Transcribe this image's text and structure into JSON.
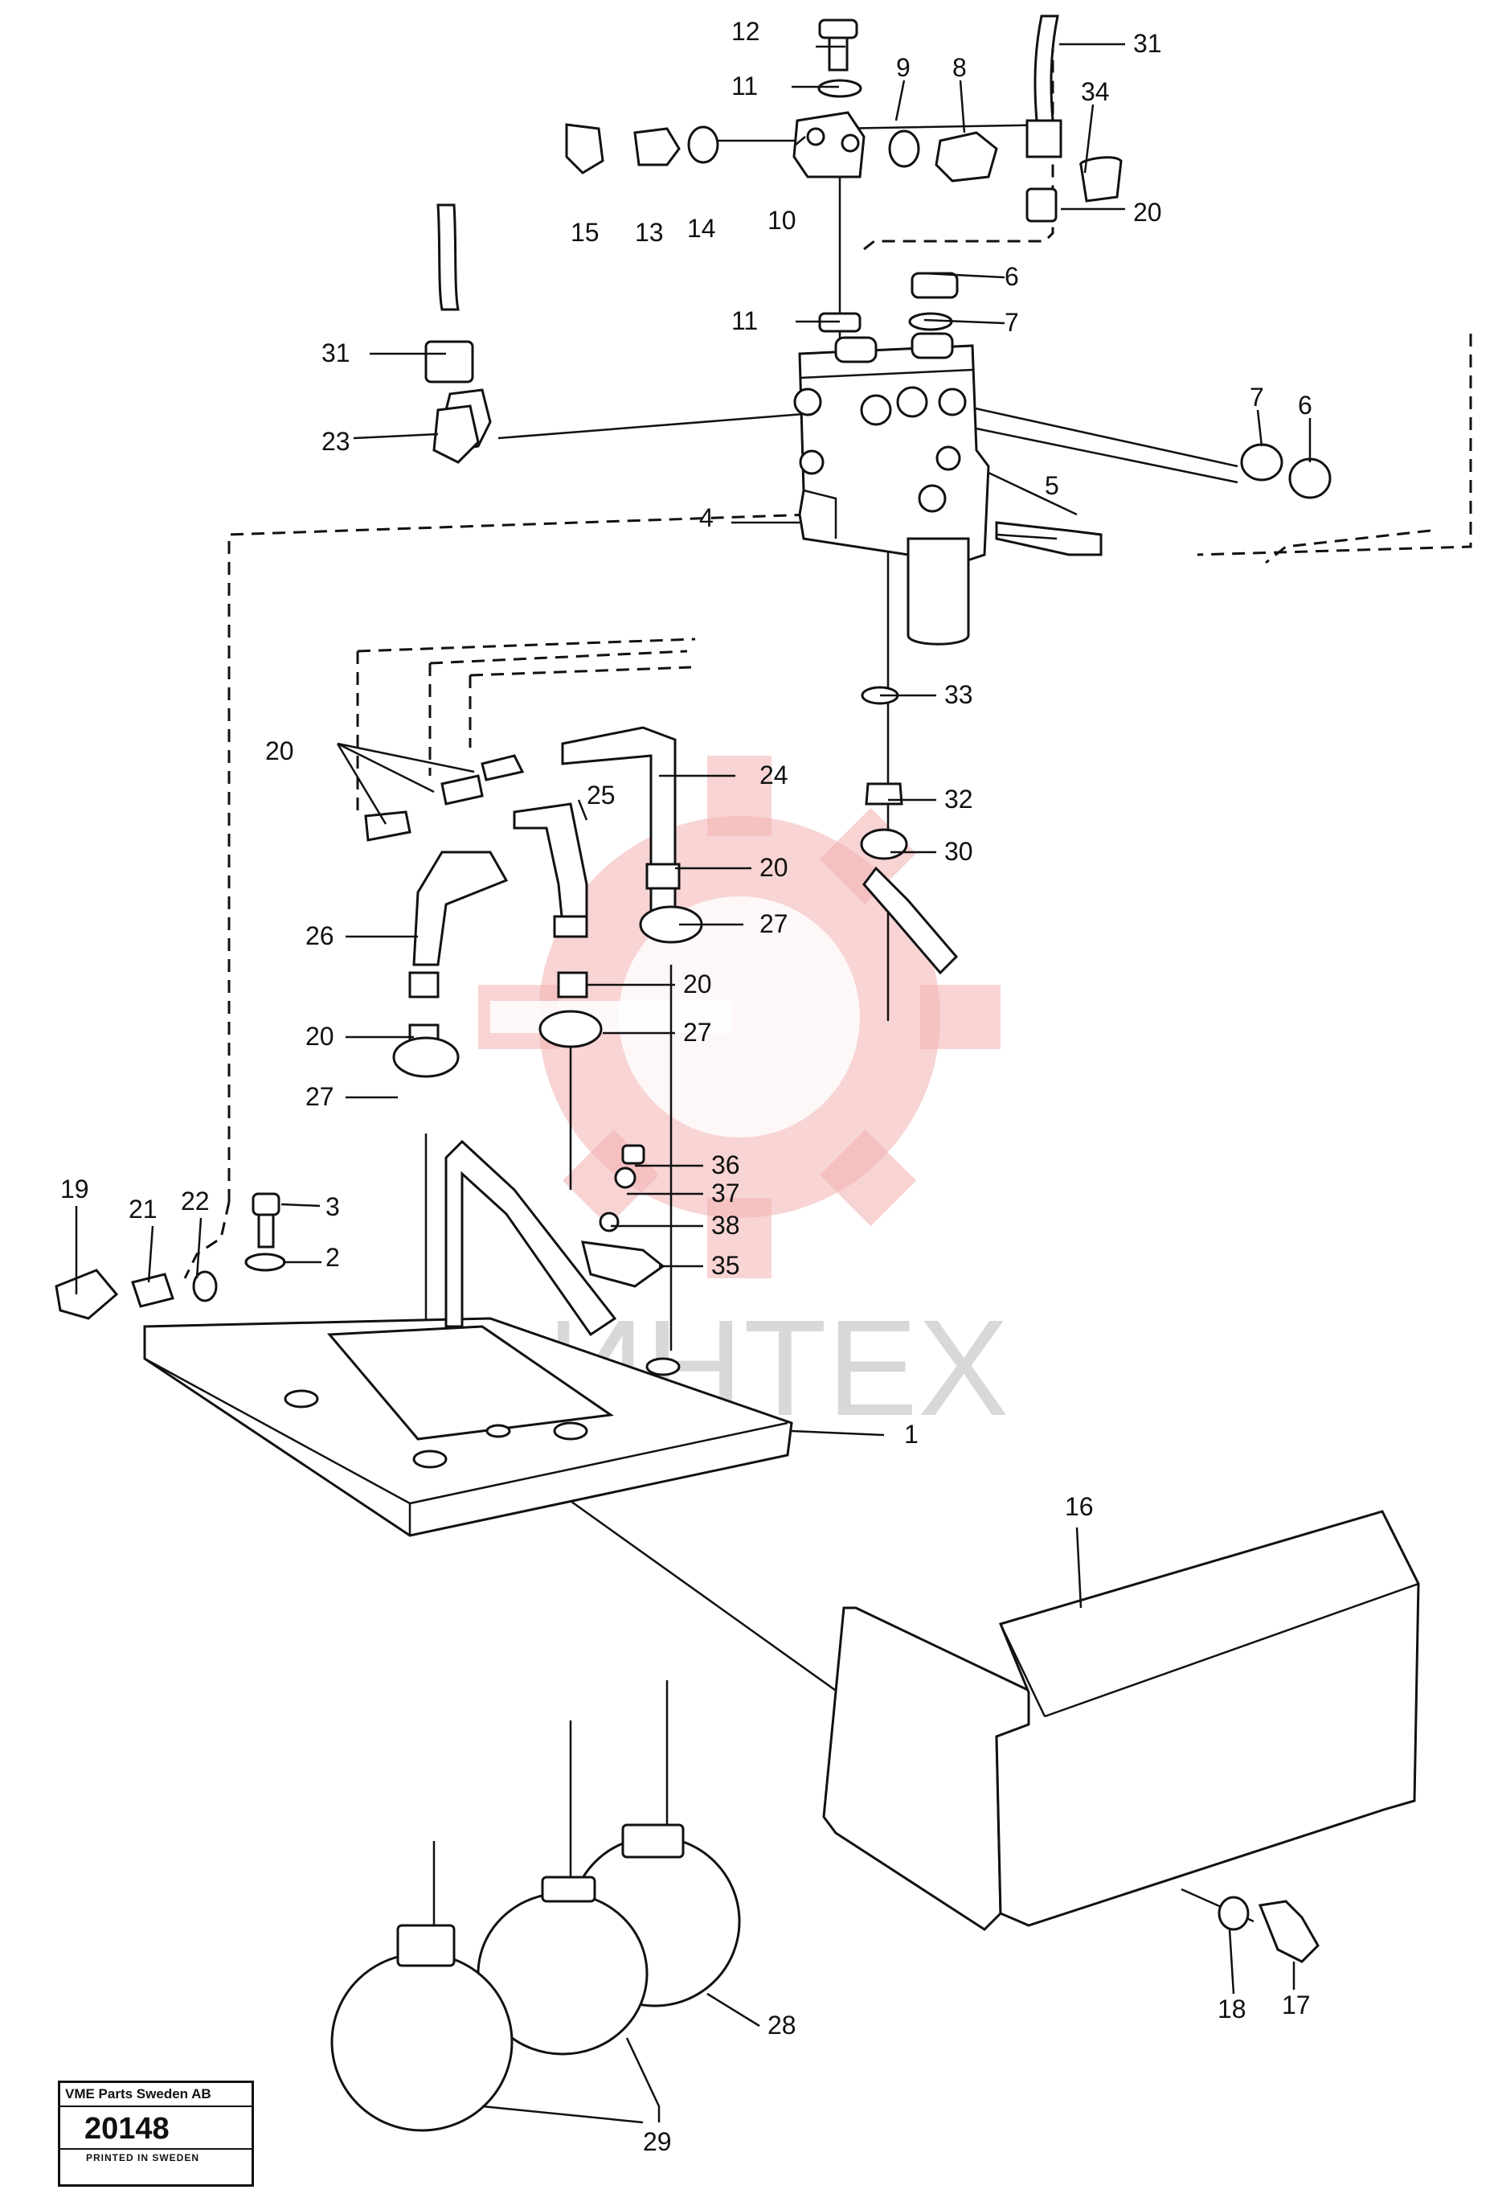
{
  "watermark_text": "ИНТЕХ",
  "stamp": {
    "company": "VME Parts Sweden AB",
    "number": "20148",
    "printed": "PRINTED IN SWEDEN"
  },
  "labels": {
    "l1": "1",
    "l2": "2",
    "l3": "3",
    "l4": "4",
    "l5": "5",
    "l6a": "6",
    "l6b": "6",
    "l7a": "7",
    "l7b": "7",
    "l8": "8",
    "l9": "9",
    "l10": "10",
    "l11a": "11",
    "l11b": "11",
    "l12": "12",
    "l13": "13",
    "l14": "14",
    "l15": "15",
    "l16": "16",
    "l17": "17",
    "l18": "18",
    "l19": "19",
    "l20a": "20",
    "l20b": "20",
    "l20c": "20",
    "l20d": "20",
    "l20e": "20",
    "l21": "21",
    "l22": "22",
    "l23": "23",
    "l24": "24",
    "l25": "25",
    "l26": "26",
    "l27a": "27",
    "l27b": "27",
    "l27c": "27",
    "l28": "28",
    "l29": "29",
    "l30": "30",
    "l31a": "31",
    "l31b": "31",
    "l32": "32",
    "l33": "33",
    "l34": "34",
    "l35": "35",
    "l36": "36",
    "l37": "37",
    "l38": "38"
  }
}
